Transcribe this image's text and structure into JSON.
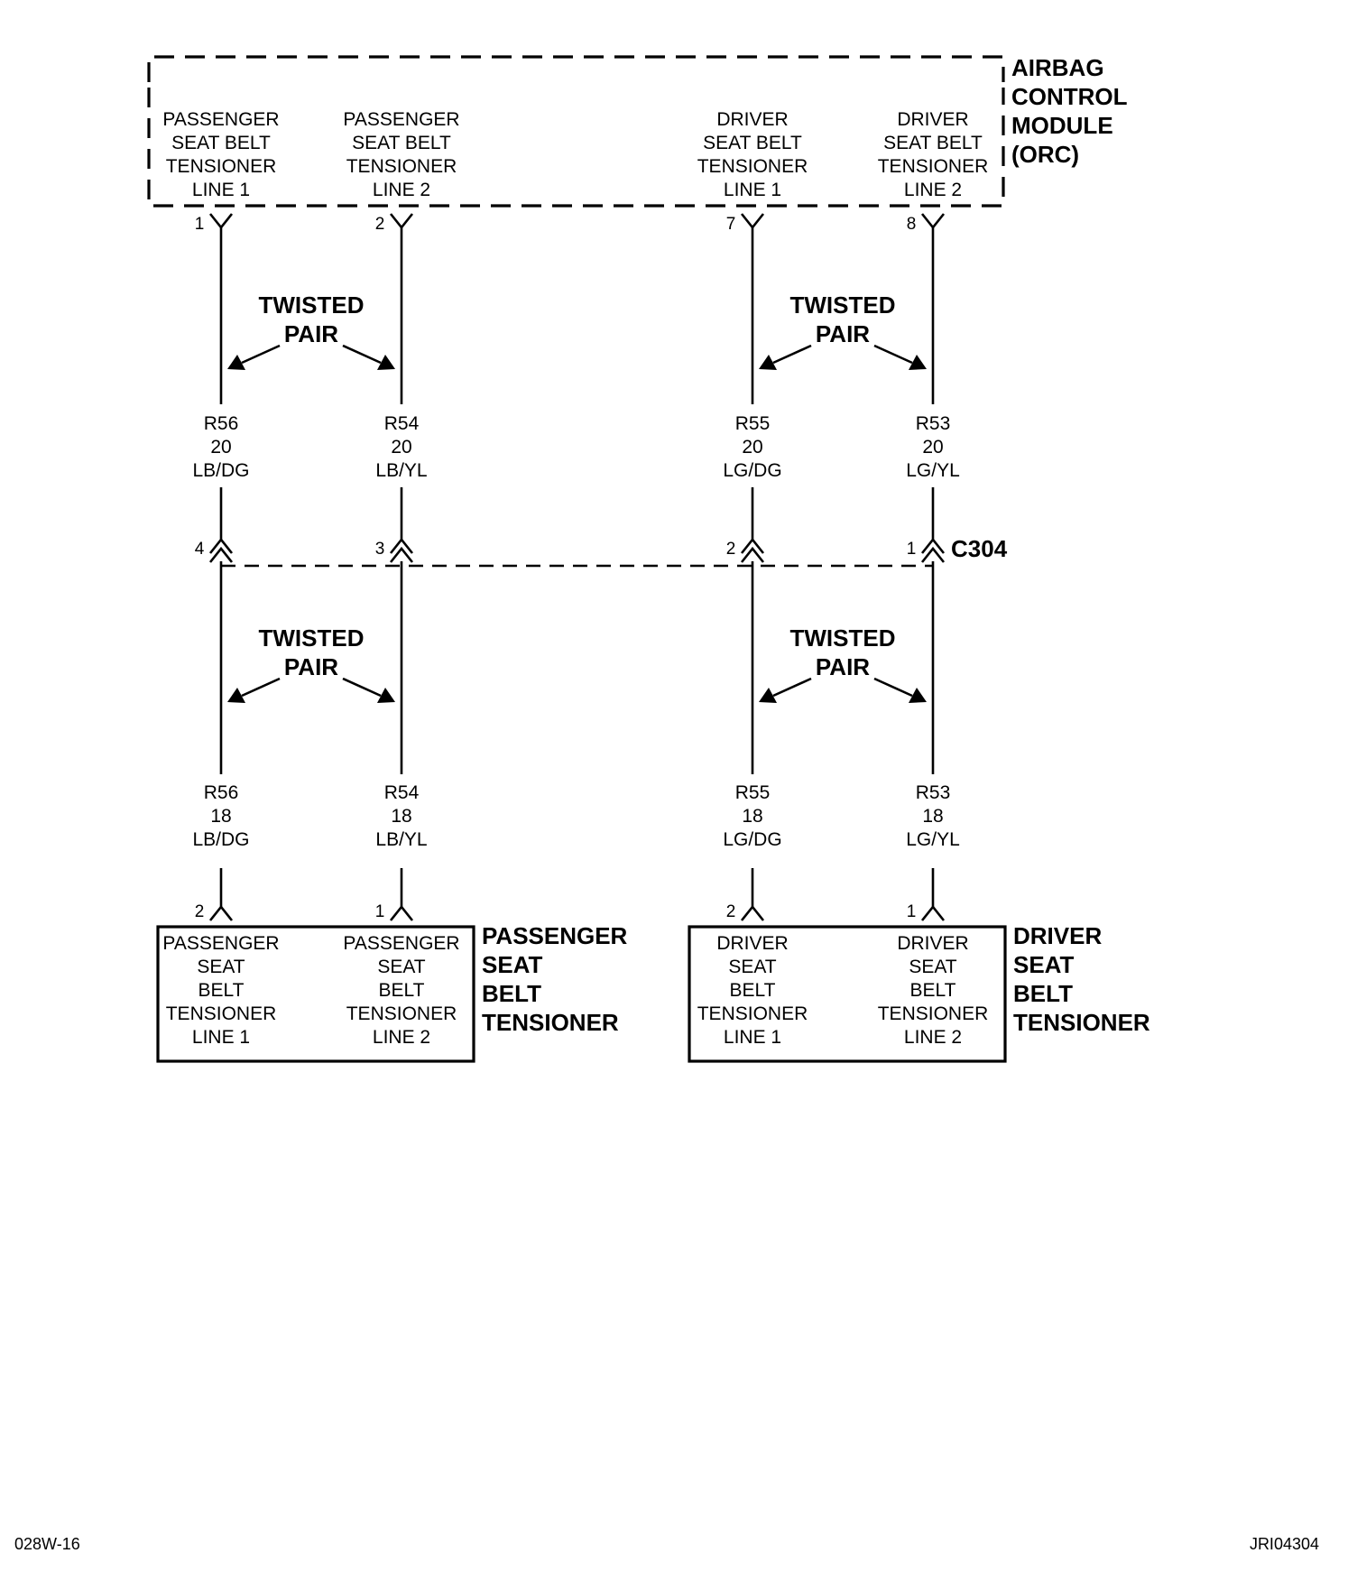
{
  "module": {
    "title_lines": [
      "AIRBAG",
      "CONTROL",
      "MODULE",
      "(ORC)"
    ],
    "pins": [
      {
        "lines": [
          "PASSENGER",
          "SEAT BELT",
          "TENSIONER",
          "LINE 1"
        ],
        "pin": "1"
      },
      {
        "lines": [
          "PASSENGER",
          "SEAT BELT",
          "TENSIONER",
          "LINE 2"
        ],
        "pin": "2"
      },
      {
        "lines": [
          "DRIVER",
          "SEAT BELT",
          "TENSIONER",
          "LINE 1"
        ],
        "pin": "7"
      },
      {
        "lines": [
          "DRIVER",
          "SEAT BELT",
          "TENSIONER",
          "LINE 2"
        ],
        "pin": "8"
      }
    ]
  },
  "twisted_pair_lines": [
    "TWISTED",
    "PAIR"
  ],
  "upper_wires": [
    {
      "circuit": "R56",
      "gauge": "20",
      "color": "LB/DG"
    },
    {
      "circuit": "R54",
      "gauge": "20",
      "color": "LB/YL"
    },
    {
      "circuit": "R55",
      "gauge": "20",
      "color": "LG/DG"
    },
    {
      "circuit": "R53",
      "gauge": "20",
      "color": "LG/YL"
    }
  ],
  "connector": {
    "name": "C304",
    "pins": [
      "4",
      "3",
      "2",
      "1"
    ]
  },
  "lower_wires": [
    {
      "circuit": "R56",
      "gauge": "18",
      "color": "LB/DG"
    },
    {
      "circuit": "R54",
      "gauge": "18",
      "color": "LB/YL"
    },
    {
      "circuit": "R55",
      "gauge": "18",
      "color": "LG/DG"
    },
    {
      "circuit": "R53",
      "gauge": "18",
      "color": "LG/YL"
    }
  ],
  "devices": [
    {
      "title_lines": [
        "PASSENGER",
        "SEAT",
        "BELT",
        "TENSIONER"
      ],
      "pins": [
        "2",
        "1"
      ],
      "terminals": [
        [
          "PASSENGER",
          "SEAT",
          "BELT",
          "TENSIONER",
          "LINE 1"
        ],
        [
          "PASSENGER",
          "SEAT",
          "BELT",
          "TENSIONER",
          "LINE 2"
        ]
      ]
    },
    {
      "title_lines": [
        "DRIVER",
        "SEAT",
        "BELT",
        "TENSIONER"
      ],
      "pins": [
        "2",
        "1"
      ],
      "terminals": [
        [
          "DRIVER",
          "SEAT",
          "BELT",
          "TENSIONER",
          "LINE 1"
        ],
        [
          "DRIVER",
          "SEAT",
          "BELT",
          "TENSIONER",
          "LINE 2"
        ]
      ]
    }
  ],
  "footer": {
    "left": "028W-16",
    "right": "JRI04304"
  }
}
